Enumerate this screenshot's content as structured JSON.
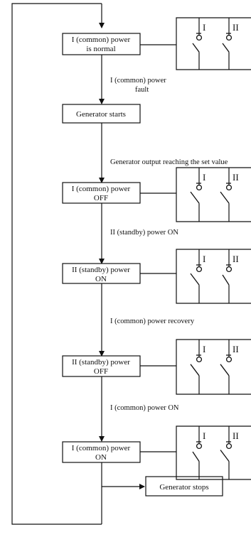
{
  "steps": [
    {
      "id": "s1",
      "lines": [
        "I (common) power",
        "is normal"
      ],
      "switch": {
        "I": "closed",
        "II": "closed"
      }
    },
    {
      "id": "s2",
      "lines": [
        "Generator starts"
      ]
    },
    {
      "id": "s3",
      "lines": [
        "I (common) power",
        "OFF"
      ],
      "switch": {
        "I": "open",
        "II": "open"
      }
    },
    {
      "id": "s4",
      "lines": [
        "II (standby) power",
        "ON"
      ],
      "switch": {
        "I": "open",
        "II": "closed"
      }
    },
    {
      "id": "s5",
      "lines": [
        "II (standby) power",
        "OFF"
      ],
      "switch": {
        "I": "open",
        "II": "open"
      }
    },
    {
      "id": "s6",
      "lines": [
        "I (common) power",
        "ON"
      ],
      "switch": {
        "I": "closed",
        "II": "open"
      }
    },
    {
      "id": "s7",
      "lines": [
        "Generator stops"
      ]
    }
  ],
  "transitions": [
    {
      "lines": [
        "I (common) power",
        "fault"
      ]
    },
    {
      "lines": [
        "Generator output reaching the set value"
      ]
    },
    {
      "lines": [
        "II (standby) power ON"
      ]
    },
    {
      "lines": [
        "I (common) power recovery"
      ]
    },
    {
      "lines": [
        "I (common) power ON"
      ]
    }
  ],
  "switch_labels": {
    "first": "I",
    "second": "II"
  }
}
